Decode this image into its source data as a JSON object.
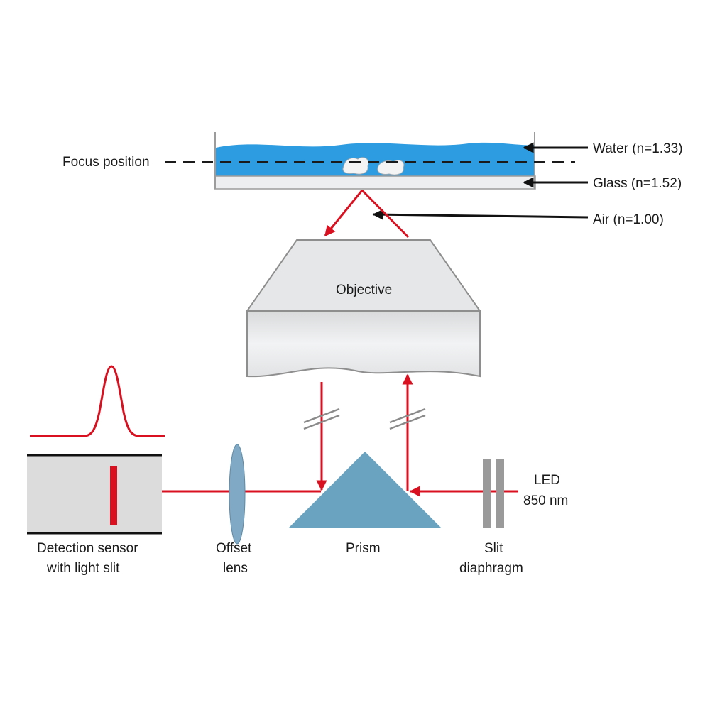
{
  "labels": {
    "focus_position": "Focus position",
    "water": "Water (n=1.33)",
    "glass": "Glass  (n=1.52)",
    "air": "Air  (n=1.00)",
    "objective": "Objective",
    "detection_line1": "Detection sensor",
    "detection_line2": "with light slit",
    "offset_line1": "Offset",
    "offset_line2": "lens",
    "prism": "Prism",
    "slit_line1": "Slit",
    "slit_line2": "diaphragm",
    "led_line1": "LED",
    "led_line2": "850 nm"
  },
  "colors": {
    "water": "#2e9ce0",
    "glass": "#e9ecef",
    "objective": "#e6e7e8",
    "prism": "#6aa3bf",
    "lens": "#7fa9c4",
    "beam": "#d9101f",
    "sensor": "#dcdcdc",
    "slit": "#9a9a9a"
  },
  "icons": {
    "beam_break": "double-slash-break-icon",
    "arrowhead": "arrowhead-icon"
  }
}
